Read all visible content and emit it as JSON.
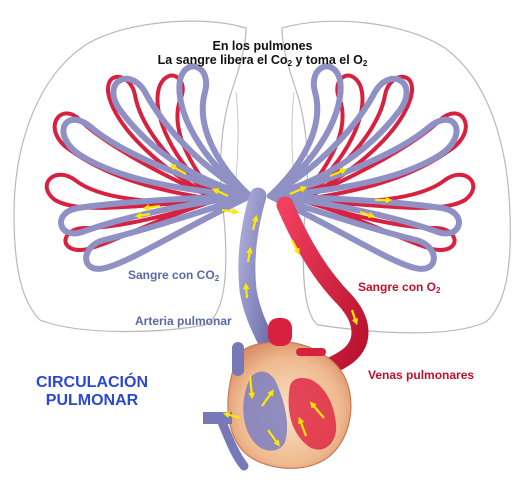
{
  "title": {
    "line1": "En los pulmones",
    "line2_a": "La sangre libera el Co",
    "line2_sub1": "2",
    "line2_b": " y toma el O",
    "line2_sub2": "2"
  },
  "labels": {
    "sangre_co2": "Sangre con CO",
    "sangre_co2_sub": "2",
    "sangre_o2": "Sangre con O",
    "sangre_o2_sub": "2",
    "arteria": "Arteria pulmonar",
    "venas": "Venas pulmonares"
  },
  "heading": {
    "line1": "CIRCULACIÓN",
    "line2": "PULMONAR"
  },
  "colors": {
    "deoxygenated": "#8f90c4",
    "oxygenated": "#e01a40",
    "arrow": "#ffe800",
    "label_blue": "#5a68a8",
    "label_red": "#c2102a",
    "heading": "#2b47d8"
  }
}
